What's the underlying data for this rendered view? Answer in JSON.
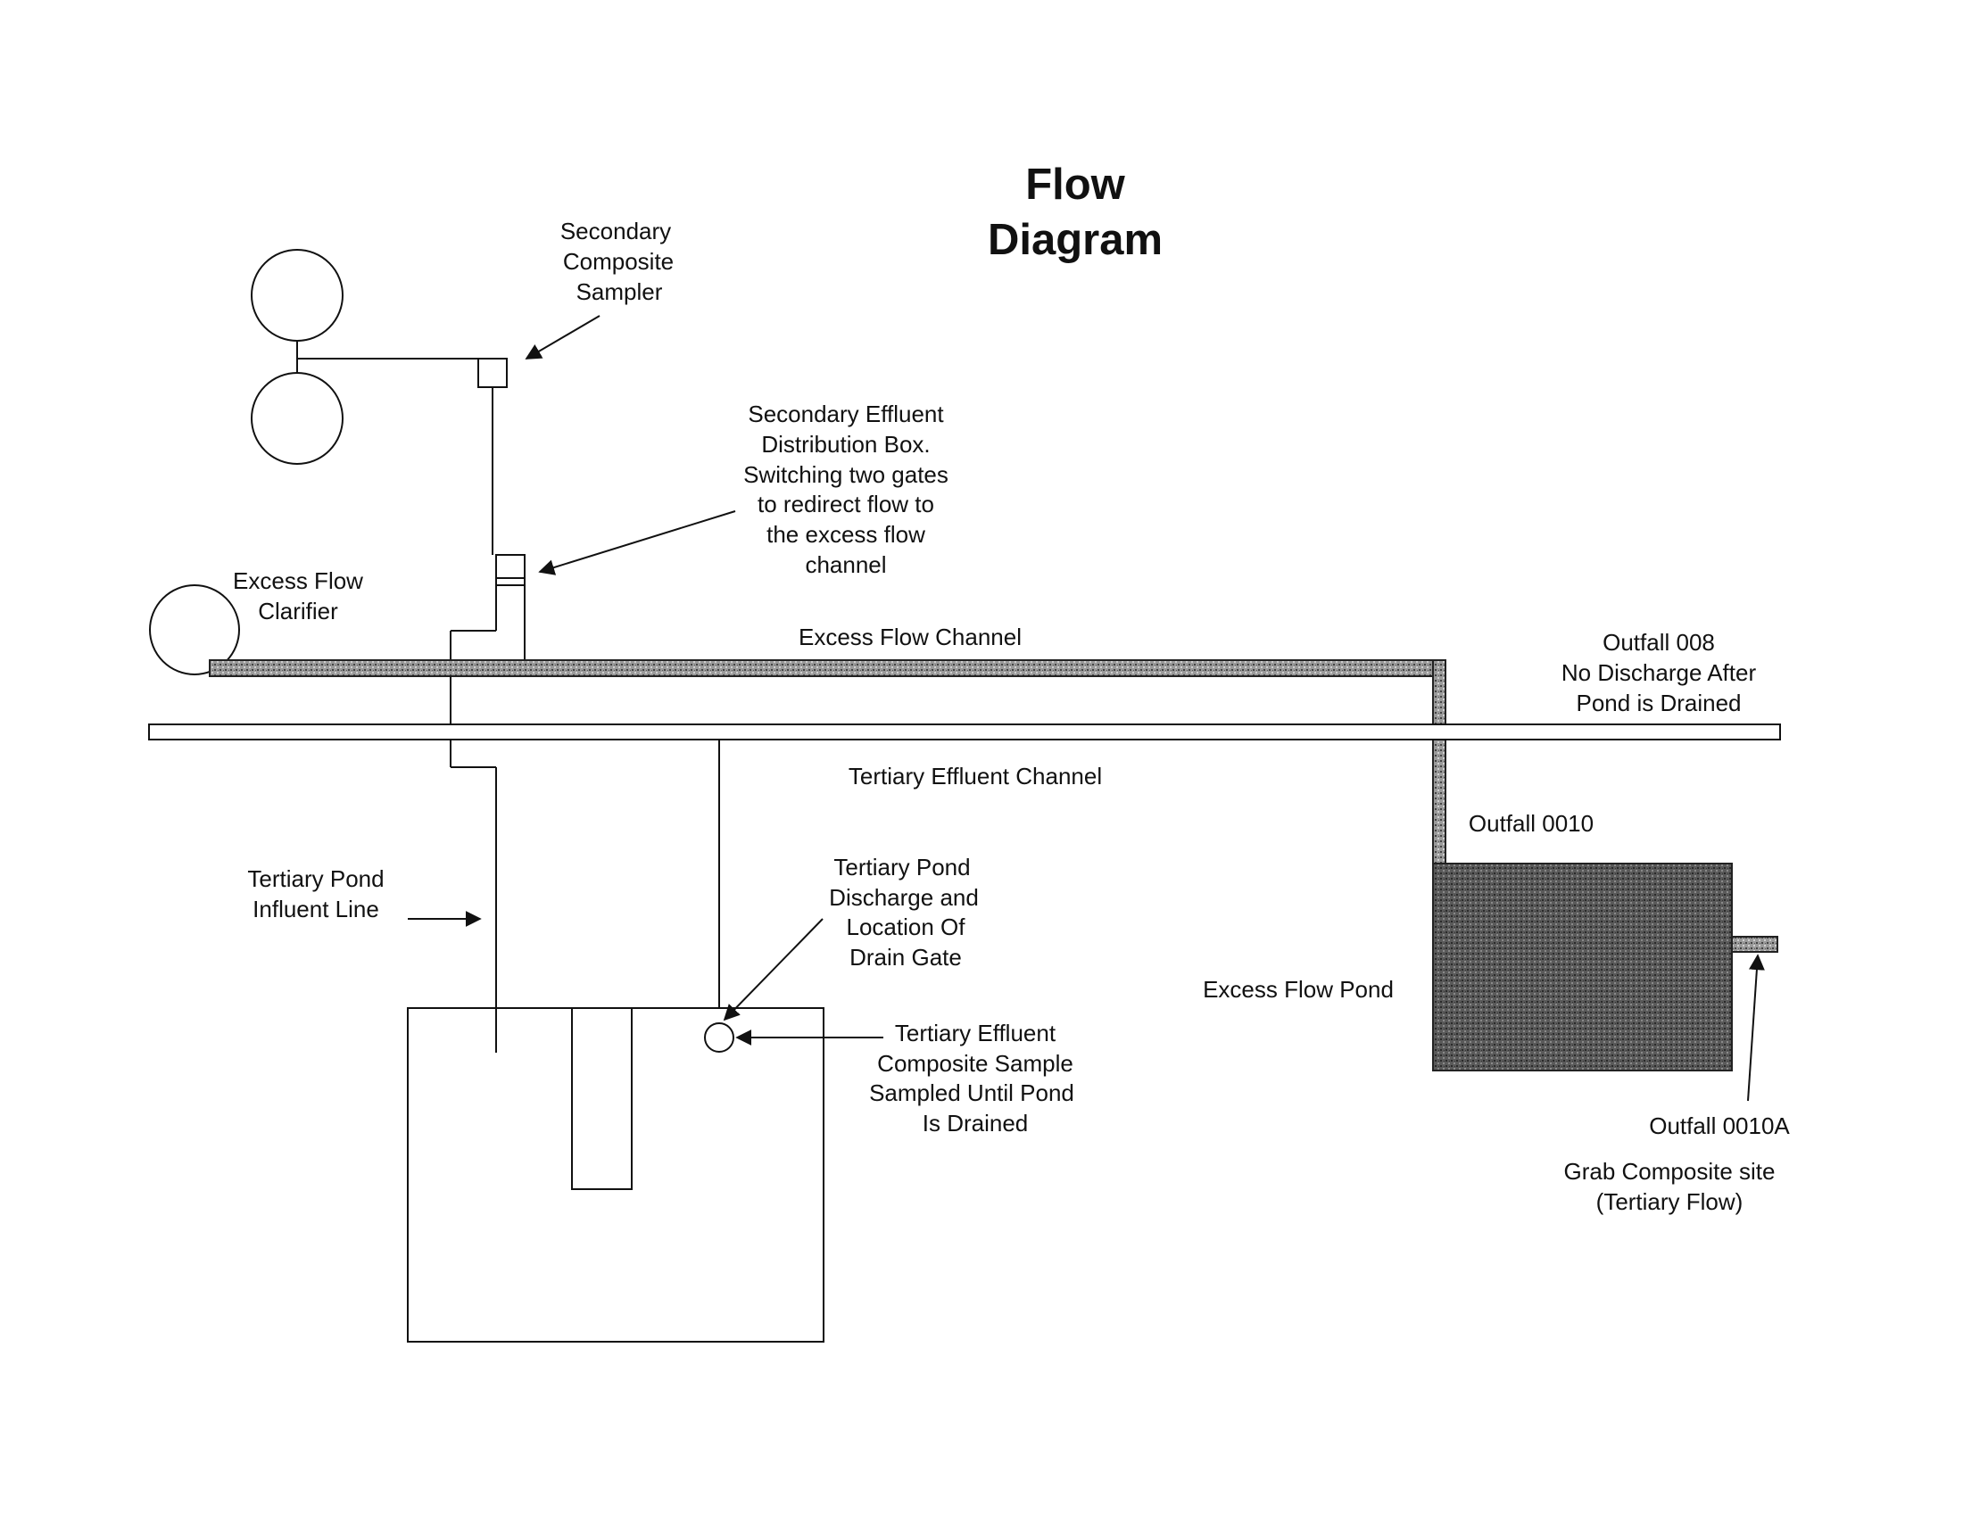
{
  "title": {
    "line1": "Flow",
    "line2": "Diagram"
  },
  "labels": {
    "secondary_composite_sampler": [
      "Secondary",
      "Composite",
      "Sampler"
    ],
    "secondary_effluent_distribution_box": [
      "Secondary Effluent",
      "Distribution Box.",
      "Switching two gates",
      "to redirect flow to",
      "the excess flow",
      "channel"
    ],
    "excess_flow_clarifier": [
      "Excess Flow",
      "Clarifier"
    ],
    "excess_flow_channel": [
      "Excess Flow Channel"
    ],
    "outfall_008": [
      "Outfall 008",
      "No Discharge After",
      "Pond is Drained"
    ],
    "tertiary_effluent_channel": [
      "Tertiary Effluent Channel"
    ],
    "outfall_0010": [
      "Outfall 0010"
    ],
    "tertiary_pond_influent_line": [
      "Tertiary Pond",
      "Influent Line"
    ],
    "tertiary_pond_discharge": [
      "Tertiary Pond",
      "Discharge and",
      "Location Of",
      "Drain Gate"
    ],
    "excess_flow_pond": [
      "Excess Flow Pond"
    ],
    "tertiary_effluent_composite_sample": [
      "Tertiary Effluent",
      "Composite Sample",
      "Sampled Until Pond",
      "Is Drained"
    ],
    "outfall_0010a": [
      "Outfall 0010A"
    ],
    "grab_composite_site": [
      "Grab Composite site",
      "(Tertiary Flow)"
    ]
  },
  "colors": {
    "line": "#111111",
    "channel_fill": "#9a9a9a",
    "pond_fill": "#555555",
    "background": "#ffffff"
  }
}
